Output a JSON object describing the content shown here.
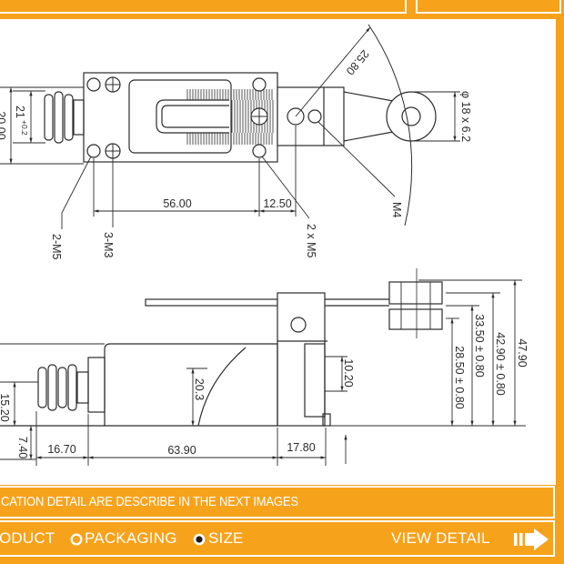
{
  "drawing": {
    "top_view": {
      "angle_label": "25.80",
      "roller_label": "φ 18 x 6.2",
      "outer_height_label": "20.00",
      "inner_height_label": "21",
      "inner_height_tolerance": "+0.2",
      "hole_spacing_label": "56.00",
      "pivot_offset_label": "12.50",
      "m4_label": "M4",
      "two_m5_label": "2-M5",
      "three_m3_label": "3-M3",
      "two_x_m5_label": "2 x M5"
    },
    "side_view": {
      "total_height_label": "47.90",
      "height_a_label": "42.90 ± 0.80",
      "height_b_label": "33.50 ± 0.80",
      "height_c_label": "28.50 ± 0.80",
      "post_label": "10.20",
      "curve_label": "20.3",
      "plunger_height_label": "15.20",
      "base_offset_label": "7.40",
      "plunger_length_label": "16.70",
      "body_length_label": "63.90",
      "post_width_label": "17.80"
    }
  },
  "banner": {
    "text": "CATION DETAIL ARE DESCRIBE IN THE NEXT IMAGES"
  },
  "nav": {
    "items": [
      {
        "label": "ODUCT"
      },
      {
        "label": "PACKAGING",
        "icon": "radio-empty-icon",
        "selected": false
      },
      {
        "label": "SIZE",
        "icon": "radio-selected-icon",
        "selected": true
      }
    ],
    "view_detail": "VIEW DETAIL",
    "view_detail_icon": "pause-play-arrow-icon"
  },
  "colors": {
    "accent": "#F7A21B",
    "text_on_accent": "#FFFFFF",
    "line": "#2B2B2B"
  }
}
